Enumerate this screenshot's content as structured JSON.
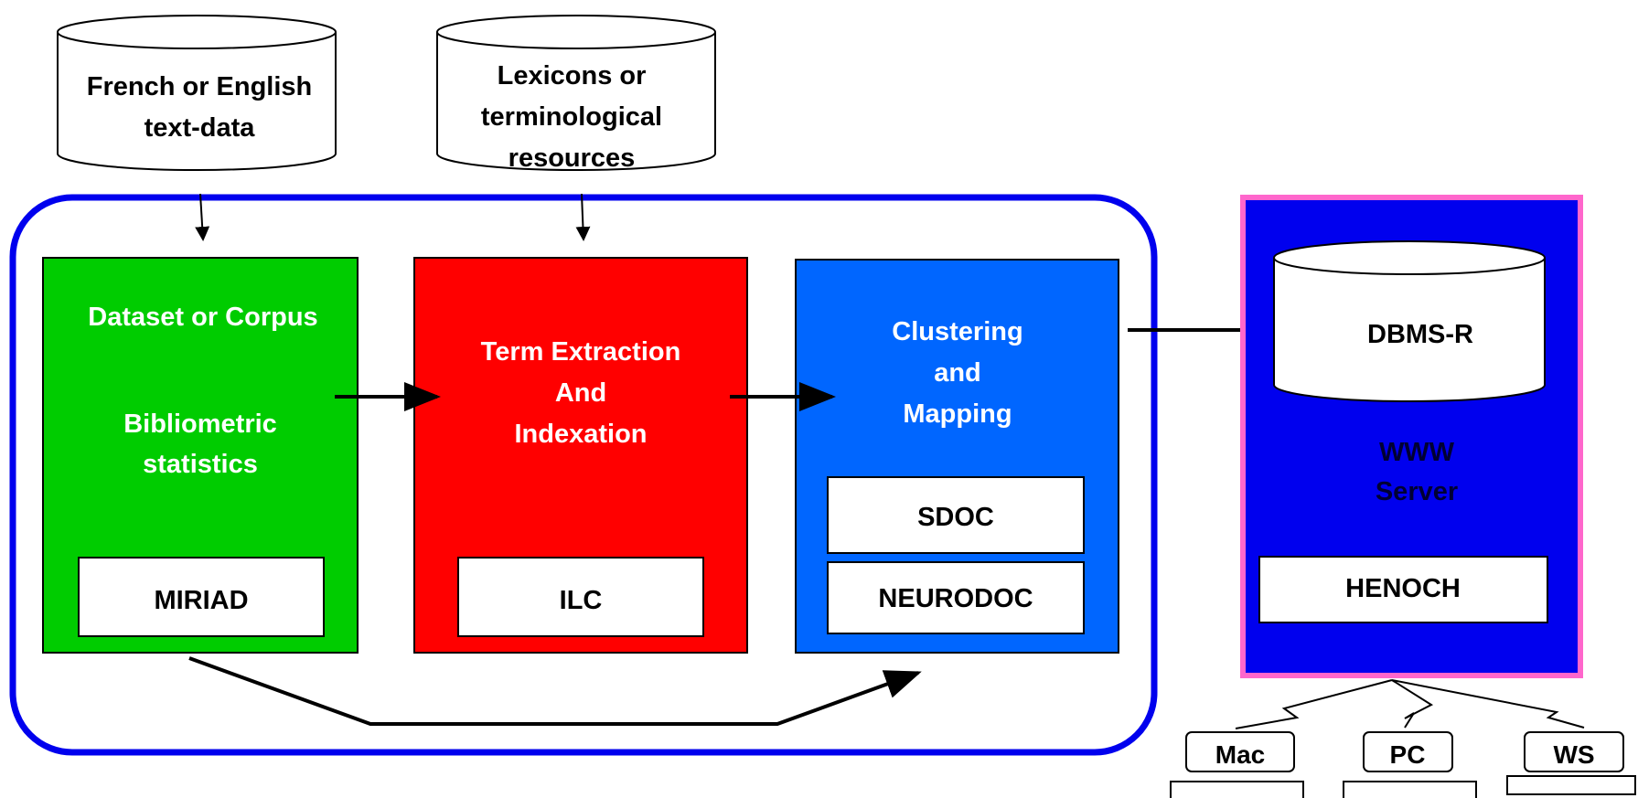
{
  "databases": {
    "text_data": {
      "lines": [
        "French or English",
        "text-data"
      ]
    },
    "lexicons": {
      "lines": [
        "Lexicons or",
        "terminological",
        "resources"
      ]
    }
  },
  "modules": {
    "dataset": {
      "title": "Dataset or Corpus",
      "subtitle_lines": [
        "Bibliometric",
        "statistics"
      ],
      "tool": "MIRIAD",
      "color": "#00cc00"
    },
    "term_extraction": {
      "title_lines": [
        "Term Extraction",
        "And",
        "Indexation"
      ],
      "tool": "ILC",
      "color": "#ff0000"
    },
    "clustering": {
      "title_lines": [
        "Clustering",
        "and",
        "Mapping"
      ],
      "tools": [
        "SDOC",
        "NEURODOC"
      ],
      "color": "#0066ff"
    }
  },
  "server": {
    "db_label": "DBMS-R",
    "label_lines": [
      "WWW",
      "Server"
    ],
    "tool": "HENOCH",
    "fill_color": "#0000ee",
    "border_color": "#ff66cc"
  },
  "clients": [
    "Mac",
    "PC",
    "WS"
  ],
  "colors": {
    "group_border": "#0000ee"
  }
}
